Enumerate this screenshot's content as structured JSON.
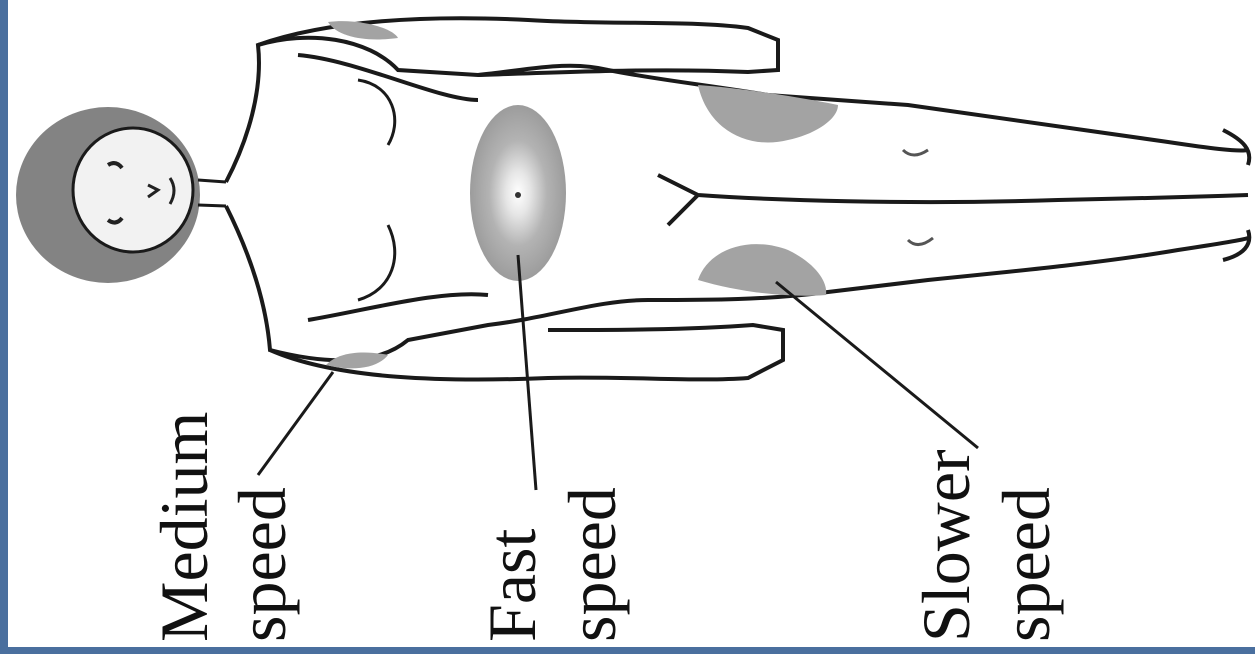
{
  "labels": {
    "medium": {
      "line1": "Medium",
      "line2": "speed"
    },
    "fast": {
      "line1": "Fast",
      "line2": "speed"
    },
    "slower": {
      "line1": "Slower",
      "line2": "speed"
    }
  },
  "colors": {
    "frame": "#4a6f9e",
    "zone_fill": "#a3a3a3",
    "outline": "#1a1a1a",
    "label_text": "#111111"
  }
}
